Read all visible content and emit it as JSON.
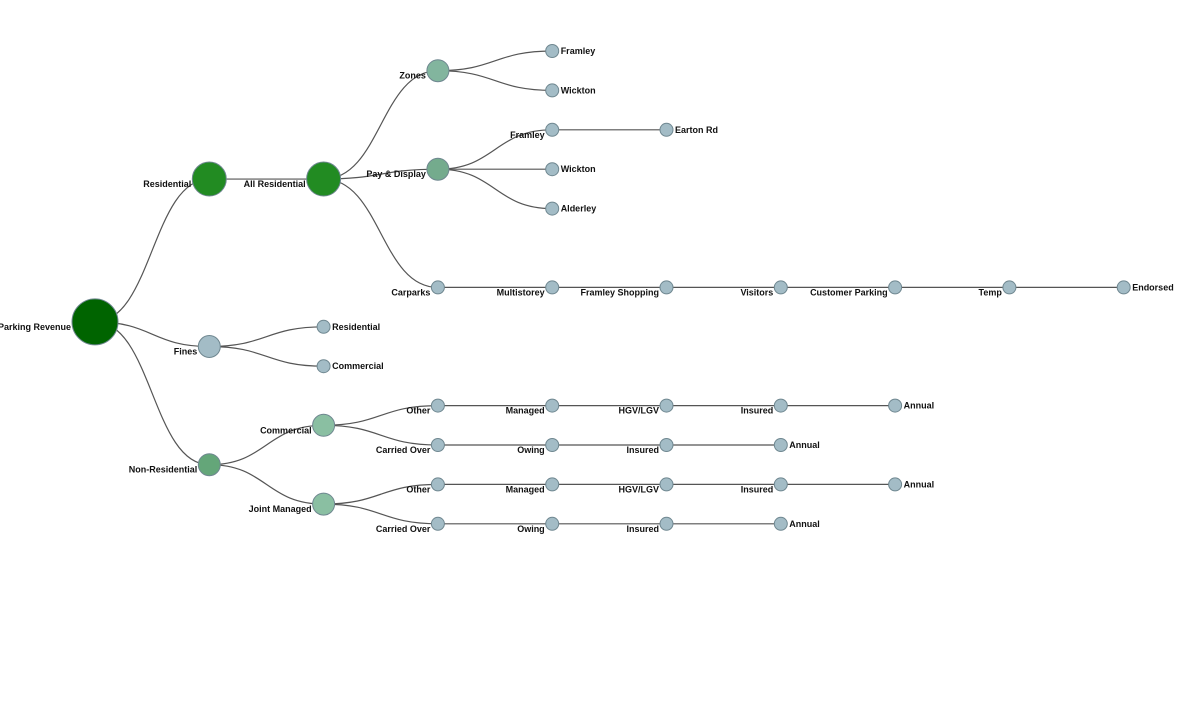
{
  "tree": {
    "name": "Parking Revenue",
    "color": "#006400",
    "children": [
      {
        "name": "Residential",
        "color": "#228b22",
        "children": [
          {
            "name": "All Residential",
            "color": "#228b22",
            "children": [
              {
                "name": "Zones",
                "color": "#82b59e",
                "children": [
                  {
                    "name": "Framley"
                  },
                  {
                    "name": "Wickton"
                  }
                ]
              },
              {
                "name": "Pay & Display",
                "color": "#74ab8d",
                "children": [
                  {
                    "name": "Framley",
                    "children": [
                      {
                        "name": "Earton Rd"
                      }
                    ]
                  },
                  {
                    "name": "Wickton"
                  },
                  {
                    "name": "Alderley"
                  }
                ]
              },
              {
                "name": "Carparks",
                "children": [
                  {
                    "name": "Multistorey",
                    "children": [
                      {
                        "name": "Framley Shopping",
                        "children": [
                          {
                            "name": "Visitors",
                            "children": [
                              {
                                "name": "Customer Parking",
                                "children": [
                                  {
                                    "name": "Temp",
                                    "children": [
                                      {
                                        "name": "Endorsed"
                                      }
                                    ]
                                  }
                                ]
                              }
                            ]
                          }
                        ]
                      }
                    ]
                  }
                ]
              }
            ]
          }
        ]
      },
      {
        "name": "Fines",
        "children": [
          {
            "name": "Residential"
          },
          {
            "name": "Commercial"
          }
        ]
      },
      {
        "name": "Non-Residential",
        "color": "#64a679",
        "children": [
          {
            "name": "Commercial",
            "color": "#8abfa2",
            "children": [
              {
                "name": "Other",
                "children": [
                  {
                    "name": "Managed",
                    "children": [
                      {
                        "name": "HGV/LGV",
                        "children": [
                          {
                            "name": "Insured",
                            "children": [
                              {
                                "name": "Annual"
                              }
                            ]
                          }
                        ]
                      }
                    ]
                  }
                ]
              },
              {
                "name": "Carried Over",
                "children": [
                  {
                    "name": "Owing",
                    "children": [
                      {
                        "name": "Insured",
                        "children": [
                          {
                            "name": "Annual"
                          }
                        ]
                      }
                    ]
                  }
                ]
              }
            ]
          },
          {
            "name": "Joint Managed",
            "color": "#8abfa2",
            "children": [
              {
                "name": "Other",
                "children": [
                  {
                    "name": "Managed",
                    "children": [
                      {
                        "name": "HGV/LGV",
                        "children": [
                          {
                            "name": "Insured",
                            "children": [
                              {
                                "name": "Annual"
                              }
                            ]
                          }
                        ]
                      }
                    ]
                  }
                ]
              },
              {
                "name": "Carried Over",
                "children": [
                  {
                    "name": "Owing",
                    "children": [
                      {
                        "name": "Insured",
                        "children": [
                          {
                            "name": "Annual"
                          }
                        ]
                      }
                    ]
                  }
                ]
              }
            ]
          }
        ]
      }
    ]
  },
  "default_node_color": "#a3bcc6",
  "link_color": "#555555"
}
